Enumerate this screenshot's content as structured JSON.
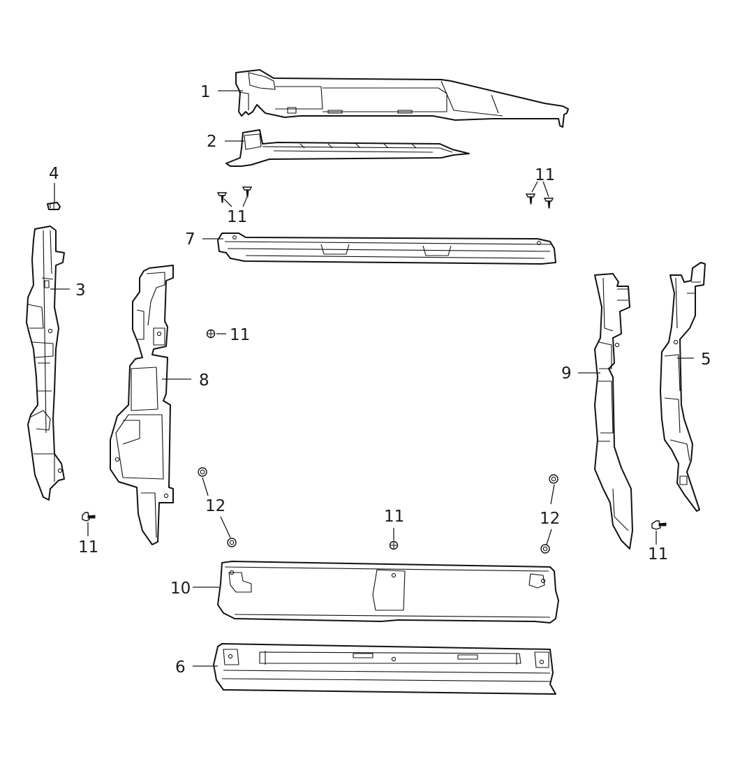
{
  "diagram": {
    "callouts": {
      "c1": "1",
      "c2": "2",
      "c3": "3",
      "c4": "4",
      "c5": "5",
      "c6": "6",
      "c7": "7",
      "c8": "8",
      "c9": "9",
      "c10": "10",
      "c11a": "11",
      "c11b": "11",
      "c11c": "11",
      "c11d": "11",
      "c11e": "11",
      "c11f": "11",
      "c12a": "12",
      "c12b": "12"
    }
  }
}
